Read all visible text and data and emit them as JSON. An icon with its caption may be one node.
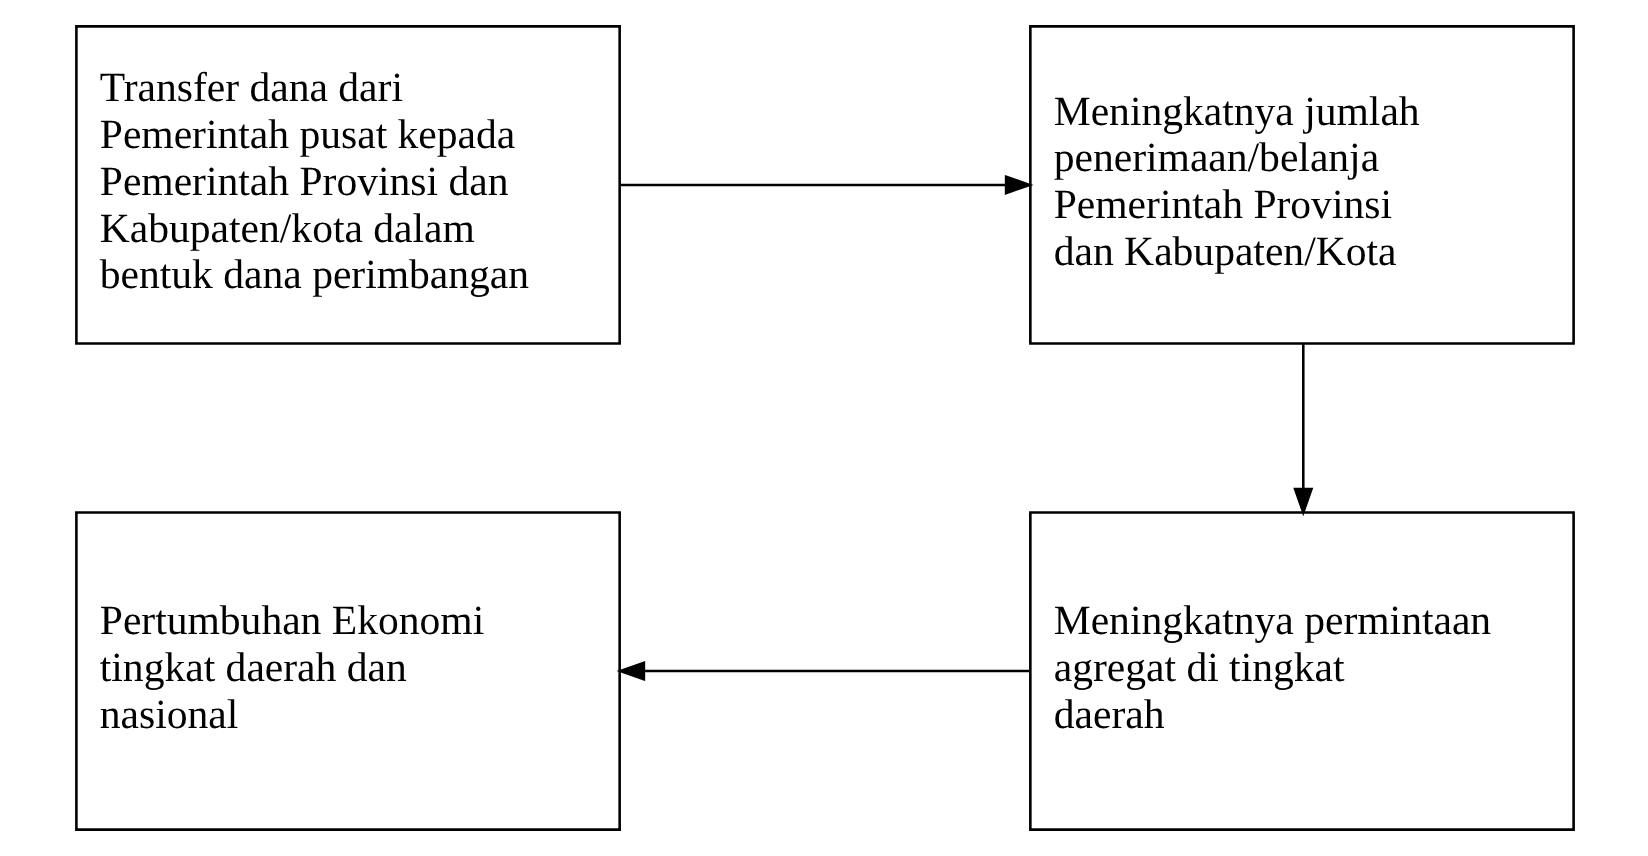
{
  "diagram": {
    "nodes": [
      {
        "text": [
          "Transfer dana dari Pemerintah pusat kepada Pemerintah Provinsi dan Kabupaten/kota dalam bentuk dana perimbangan"
        ]
      },
      {
        "text": [
          "Meningkatnya jumlah penerimaan/belanja Pemerintah Provinsi dan Kabupaten/Kota"
        ]
      },
      {
        "text": [
          "Meningkatnya permintaan agregat di tingkat daerah"
        ]
      },
      {
        "text": [
          "Pertumbuhan Ekonomi tingkat daerah dan nasional"
        ]
      }
    ],
    "edges": [
      {
        "from": 0,
        "to": 1,
        "arrow": "to"
      },
      {
        "from": 1,
        "to": 2,
        "arrow": "to"
      },
      {
        "from": 2,
        "to": 3,
        "arrow": "to"
      }
    ]
  }
}
